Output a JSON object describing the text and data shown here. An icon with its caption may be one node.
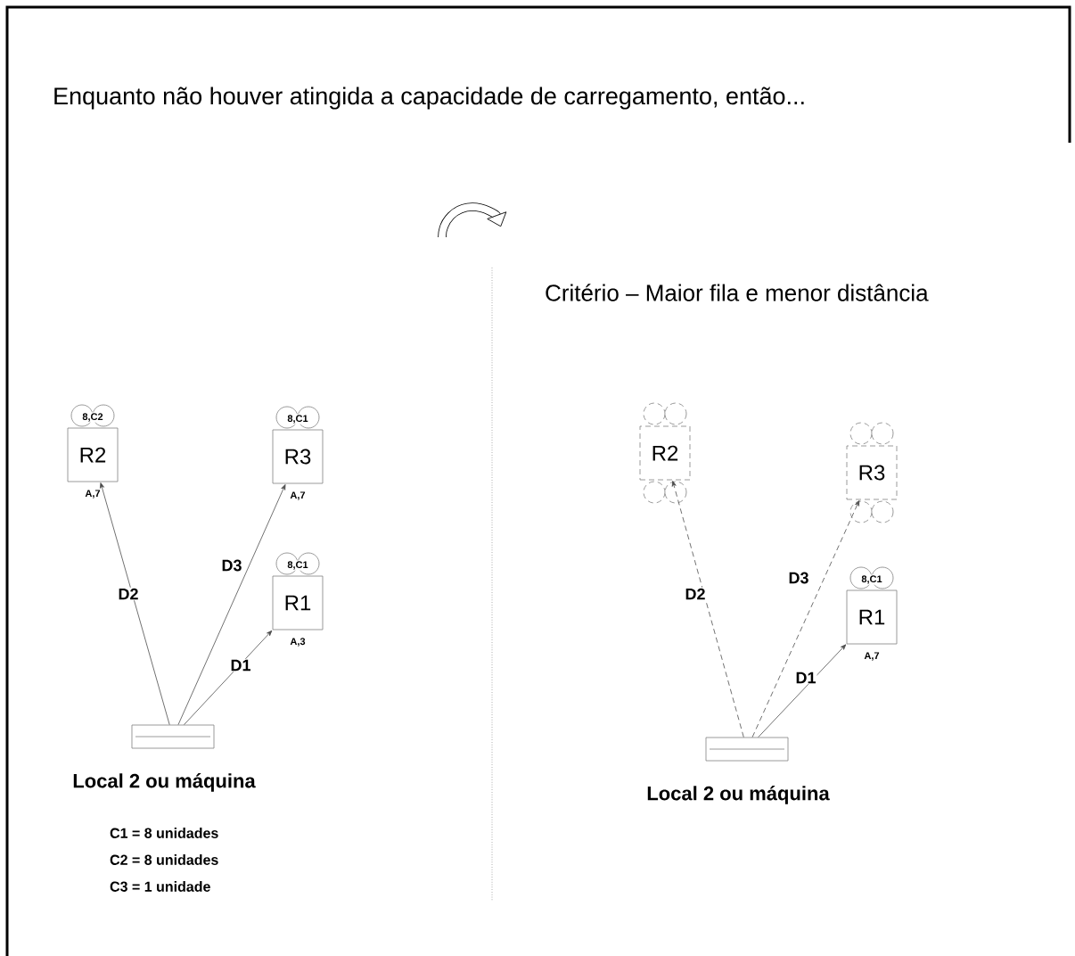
{
  "diagram": {
    "title": "Enquanto não houver atingida a capacidade de carregamento, então...",
    "nodes": [
      {
        "text": [
          "R2"
        ],
        "beside": [
          "8,C2",
          "A,7"
        ]
      },
      {
        "text": [
          "R3"
        ],
        "beside": [
          "8,C1",
          "A,7"
        ]
      },
      {
        "text": [
          "R1"
        ],
        "beside": [
          "8,C1",
          "A,3"
        ]
      },
      {
        "text": [],
        "shape": "box",
        "beside": [
          "Local 2 ou máquina"
        ]
      },
      {
        "text": [
          "R2"
        ]
      },
      {
        "text": [
          "R3"
        ]
      },
      {
        "text": [
          "R1"
        ],
        "beside": [
          "8,C1",
          "A,7"
        ]
      },
      {
        "text": [],
        "shape": "box",
        "beside": [
          "Local 2 ou máquina"
        ]
      }
    ],
    "edges": [
      {
        "from": 3,
        "to": 0,
        "arrow": "to",
        "label": "D2"
      },
      {
        "from": 3,
        "to": 1,
        "arrow": "to",
        "label": "D3"
      },
      {
        "from": 3,
        "to": 2,
        "arrow": "to",
        "label": "D1"
      },
      {
        "from": 7,
        "to": 4,
        "arrow": "to",
        "label": "D2",
        "style": "dashed"
      },
      {
        "from": 7,
        "to": 5,
        "arrow": "to",
        "label": "D3",
        "style": "dashed"
      },
      {
        "from": 7,
        "to": 6,
        "arrow": "to",
        "label": "D1"
      }
    ],
    "labels": [
      "Critério – Maior fila e menor distância",
      "C1 = 8 unidades",
      "C2 = 8 unidades",
      "C3 = 1 unidade"
    ]
  }
}
